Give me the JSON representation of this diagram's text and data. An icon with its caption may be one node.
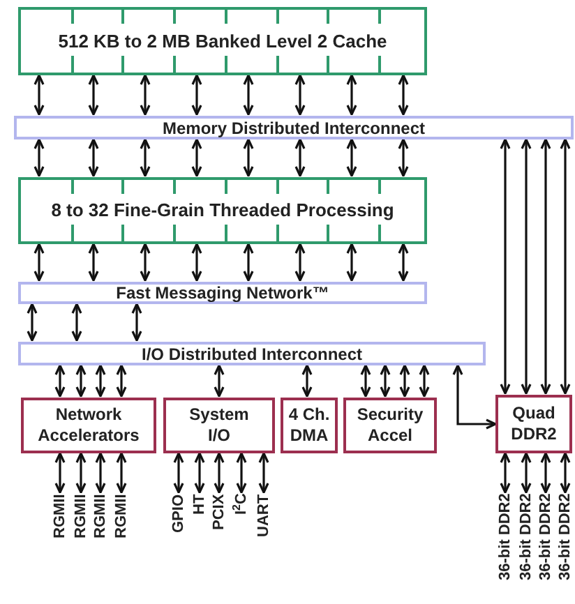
{
  "diagram": {
    "nodes": [
      {
        "text": [
          "512 KB to 2 MB Banked Level 2 Cache"
        ]
      },
      {
        "text": [
          "Memory Distributed Interconnect"
        ]
      },
      {
        "text": [
          "8 to 32 Fine-Grain Threaded Processing"
        ]
      },
      {
        "text": [
          "Fast Messaging Network™"
        ]
      },
      {
        "text": [
          "I/O Distributed Interconnect"
        ]
      },
      {
        "text": [
          "Network Accelerators"
        ]
      },
      {
        "text": [
          "System I/O"
        ]
      },
      {
        "text": [
          "4 Ch. DMA"
        ]
      },
      {
        "text": [
          "Security Accel"
        ]
      },
      {
        "text": [
          "Quad DDR2"
        ]
      },
      {
        "text": [
          "RGMII"
        ]
      },
      {
        "text": [
          "RGMII"
        ]
      },
      {
        "text": [
          "RGMII"
        ]
      },
      {
        "text": [
          "RGMII"
        ]
      },
      {
        "text": [
          "GPIO"
        ]
      },
      {
        "text": [
          "HT"
        ]
      },
      {
        "text": [
          "PCIX"
        ]
      },
      {
        "text": [
          "I$^{2}$C"
        ]
      },
      {
        "text": [
          "UART"
        ]
      },
      {
        "text": [
          "36-bit DDR2"
        ]
      },
      {
        "text": [
          "36-bit DDR2"
        ]
      },
      {
        "text": [
          "36-bit DDR2"
        ]
      },
      {
        "text": [
          "36-bit DDR2"
        ]
      }
    ],
    "edges": [
      {
        "from": 0,
        "to": 1,
        "arrow": "both"
      },
      {
        "from": 0,
        "to": 1,
        "arrow": "both"
      },
      {
        "from": 0,
        "to": 1,
        "arrow": "both"
      },
      {
        "from": 0,
        "to": 1,
        "arrow": "both"
      },
      {
        "from": 0,
        "to": 1,
        "arrow": "both"
      },
      {
        "from": 0,
        "to": 1,
        "arrow": "both"
      },
      {
        "from": 0,
        "to": 1,
        "arrow": "both"
      },
      {
        "from": 0,
        "to": 1,
        "arrow": "both"
      },
      {
        "from": 1,
        "to": 2,
        "arrow": "both"
      },
      {
        "from": 1,
        "to": 2,
        "arrow": "both"
      },
      {
        "from": 1,
        "to": 2,
        "arrow": "both"
      },
      {
        "from": 1,
        "to": 2,
        "arrow": "both"
      },
      {
        "from": 1,
        "to": 2,
        "arrow": "both"
      },
      {
        "from": 1,
        "to": 2,
        "arrow": "both"
      },
      {
        "from": 1,
        "to": 2,
        "arrow": "both"
      },
      {
        "from": 1,
        "to": 2,
        "arrow": "both"
      },
      {
        "from": 1,
        "to": 9,
        "arrow": "both"
      },
      {
        "from": 1,
        "to": 9,
        "arrow": "both"
      },
      {
        "from": 1,
        "to": 9,
        "arrow": "both"
      },
      {
        "from": 1,
        "to": 9,
        "arrow": "both"
      },
      {
        "from": 2,
        "to": 3,
        "arrow": "both"
      },
      {
        "from": 2,
        "to": 3,
        "arrow": "both"
      },
      {
        "from": 2,
        "to": 3,
        "arrow": "both"
      },
      {
        "from": 2,
        "to": 3,
        "arrow": "both"
      },
      {
        "from": 2,
        "to": 3,
        "arrow": "both"
      },
      {
        "from": 2,
        "to": 3,
        "arrow": "both"
      },
      {
        "from": 2,
        "to": 3,
        "arrow": "both"
      },
      {
        "from": 2,
        "to": 3,
        "arrow": "both"
      },
      {
        "from": 3,
        "to": 4,
        "arrow": "both"
      },
      {
        "from": 3,
        "to": 4,
        "arrow": "both"
      },
      {
        "from": 3,
        "to": 4,
        "arrow": "both"
      },
      {
        "from": 4,
        "to": 5,
        "arrow": "both"
      },
      {
        "from": 4,
        "to": 5,
        "arrow": "both"
      },
      {
        "from": 4,
        "to": 5,
        "arrow": "both"
      },
      {
        "from": 4,
        "to": 5,
        "arrow": "both"
      },
      {
        "from": 4,
        "to": 6,
        "arrow": "both"
      },
      {
        "from": 4,
        "to": 7,
        "arrow": "both"
      },
      {
        "from": 4,
        "to": 8,
        "arrow": "both"
      },
      {
        "from": 4,
        "to": 8,
        "arrow": "both"
      },
      {
        "from": 4,
        "to": 8,
        "arrow": "both"
      },
      {
        "from": 4,
        "to": 8,
        "arrow": "both"
      },
      {
        "from": 4,
        "to": 9,
        "arrow": "both"
      },
      {
        "from": 5,
        "to": 10,
        "arrow": "both"
      },
      {
        "from": 5,
        "to": 11,
        "arrow": "both"
      },
      {
        "from": 5,
        "to": 12,
        "arrow": "both"
      },
      {
        "from": 5,
        "to": 13,
        "arrow": "both"
      },
      {
        "from": 6,
        "to": 14,
        "arrow": "both"
      },
      {
        "from": 6,
        "to": 15,
        "arrow": "both"
      },
      {
        "from": 6,
        "to": 16,
        "arrow": "both"
      },
      {
        "from": 6,
        "to": 17,
        "arrow": "both"
      },
      {
        "from": 6,
        "to": 18,
        "arrow": "both"
      },
      {
        "from": 9,
        "to": 19,
        "arrow": "both"
      },
      {
        "from": 9,
        "to": 20,
        "arrow": "both"
      },
      {
        "from": 9,
        "to": 21,
        "arrow": "both"
      },
      {
        "from": 9,
        "to": 22,
        "arrow": "both"
      }
    ]
  }
}
